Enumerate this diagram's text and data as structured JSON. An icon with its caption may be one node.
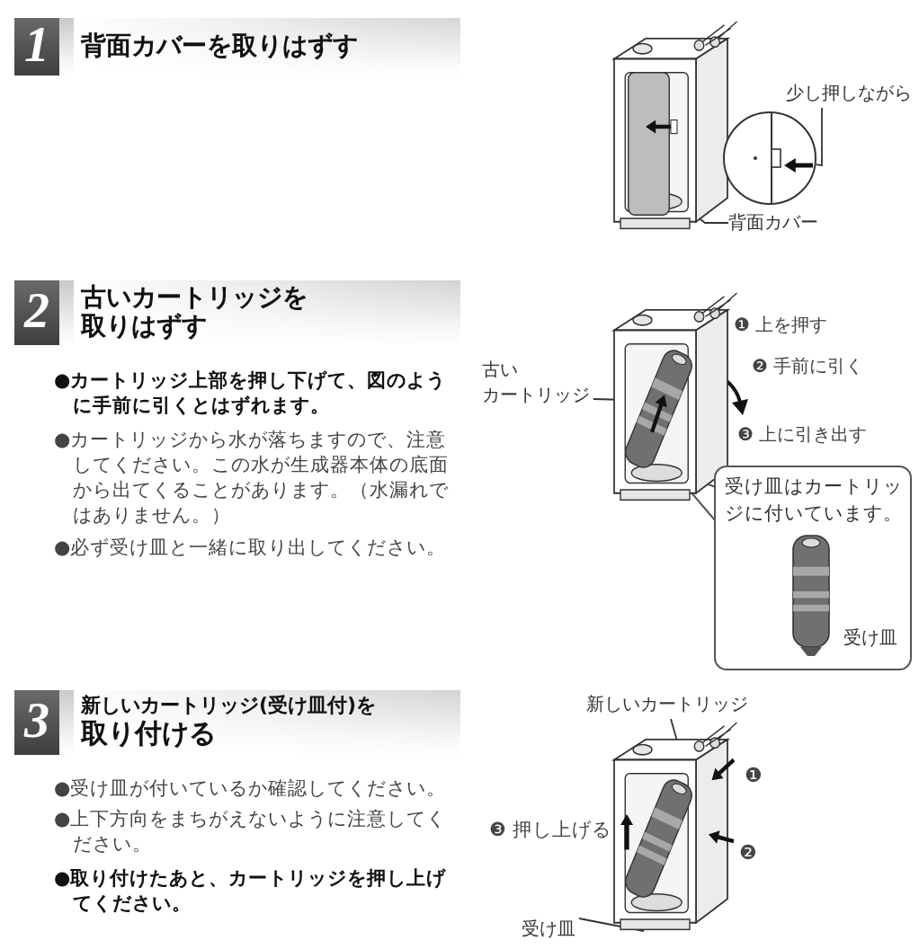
{
  "diagram": {
    "nodes": [
      {
        "text": [
          "1",
          "背面カバーを取りはずす"
        ]
      },
      {
        "text": [],
        "shape": "picture"
      },
      {
        "text": [],
        "shape": "circle"
      },
      {
        "text": [
          "少し押しながら"
        ]
      },
      {
        "text": [
          "背面カバー"
        ]
      },
      {
        "text": [
          "2",
          "古いカートリッジを取りはずす"
        ]
      },
      {
        "text": [
          "古い",
          "カートリッジ"
        ]
      },
      {
        "text": [],
        "shape": "picture"
      },
      {
        "text": [
          "受け皿はカートリッジに付いています。"
        ]
      },
      {
        "text": [
          "受け皿"
        ],
        "in": 8
      },
      {
        "text": [
          "3",
          "新しいカートリッジ(受け皿付)を",
          "取り付ける"
        ]
      },
      {
        "text": [
          "新しいカートリッジ"
        ]
      },
      {
        "text": [],
        "shape": "picture"
      },
      {
        "text": [
          "受け皿"
        ]
      }
    ],
    "edges": [
      {
        "from": 3,
        "to": 2,
        "arrow": "none"
      },
      {
        "from": 4,
        "to": 1,
        "arrow": "none"
      },
      {
        "from": 6,
        "to": 7,
        "arrow": "none"
      },
      {
        "from": 9,
        "to": null,
        "arrow": "none"
      },
      {
        "from": 11,
        "to": 12,
        "arrow": "none"
      },
      {
        "from": 13,
        "to": 12,
        "arrow": "none"
      }
    ],
    "labels": [
      "●カートリッジ上部を押し下げて、図のように手前に引くとはずれます。",
      "●カートリッジから水が落ちますので、注意してください。この水が生成器本体の底面から出てくることがあります。（水漏れではありません。）",
      "●必ず受け皿と一緒に取り出してください。",
      "❶ 上を押す",
      "❷ 手前に引く",
      "❸ 上に引き出す",
      "●受け皿が付いているか確認してください。",
      "●上下方向をまちがえないように注意してください。",
      "●取り付けたあと、カートリッジを押し上げてください。",
      "❶",
      "❷",
      "❸ 押し上げる"
    ]
  }
}
